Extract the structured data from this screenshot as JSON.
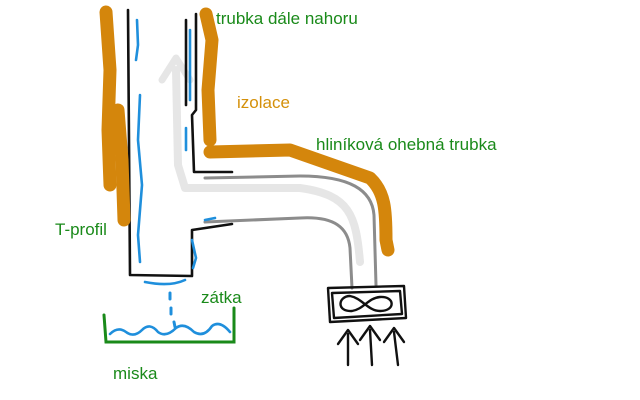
{
  "labels": {
    "pipe_up": "trubka dále nahoru",
    "insulation": "izolace",
    "flex_pipe": "hliníková ohebná trubka",
    "t_profile": "T-profil",
    "plug": "zátka",
    "bowl": "miska"
  },
  "colors": {
    "label_green": "#1a8a1a",
    "label_orange": "#d4900a",
    "insulation": "#d4860c",
    "water": "#1f8fdc",
    "pipe_outline": "#111111",
    "air_flow": "#e6e6e6",
    "flex_pipe": "#8c8c8c",
    "bowl": "#1a8a1a"
  }
}
